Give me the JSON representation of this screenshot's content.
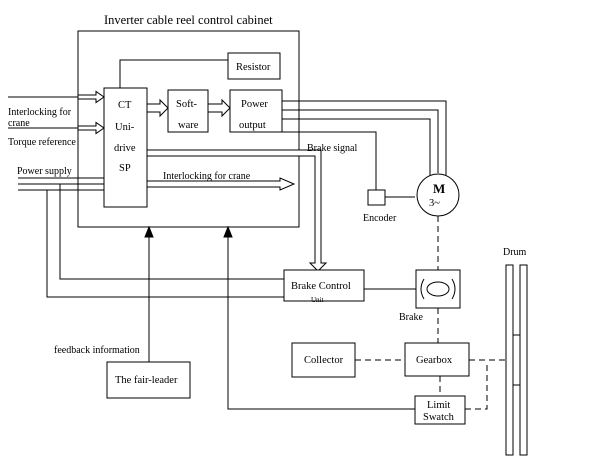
{
  "diagram": {
    "title": "Inverter cable reel control cabinet",
    "inputs": {
      "interlocking_crane_line1": "Interlocking  for",
      "interlocking_crane_line2": "crane",
      "torque_reference": "Torque reference",
      "power_supply": "Power supply"
    },
    "blocks": {
      "unidrive_line1": "CT",
      "unidrive_line2": "Uni-",
      "unidrive_line3": "drive",
      "unidrive_line4": "SP",
      "software_line1": "Soft-",
      "software_line2": "ware",
      "power_output_line1": "Power",
      "power_output_line2": "output",
      "resistor": "Resistor",
      "brake_control": "Brake Control",
      "brake_control_extra": "Unit",
      "fair_leader": "The fair-leader",
      "collector": "Collector",
      "gearbox": "Gearbox",
      "limit_switch_line1": "Limit",
      "limit_switch_line2": "Swatch"
    },
    "signals": {
      "interlocking_output": "Interlocking for crane",
      "brake_signal": "Brake signal",
      "feedback": "feedback information"
    },
    "devices": {
      "motor_letter": "M",
      "motor_phase": "3~",
      "encoder": "Encoder",
      "brake": "Brake",
      "drum": "Drum"
    }
  }
}
